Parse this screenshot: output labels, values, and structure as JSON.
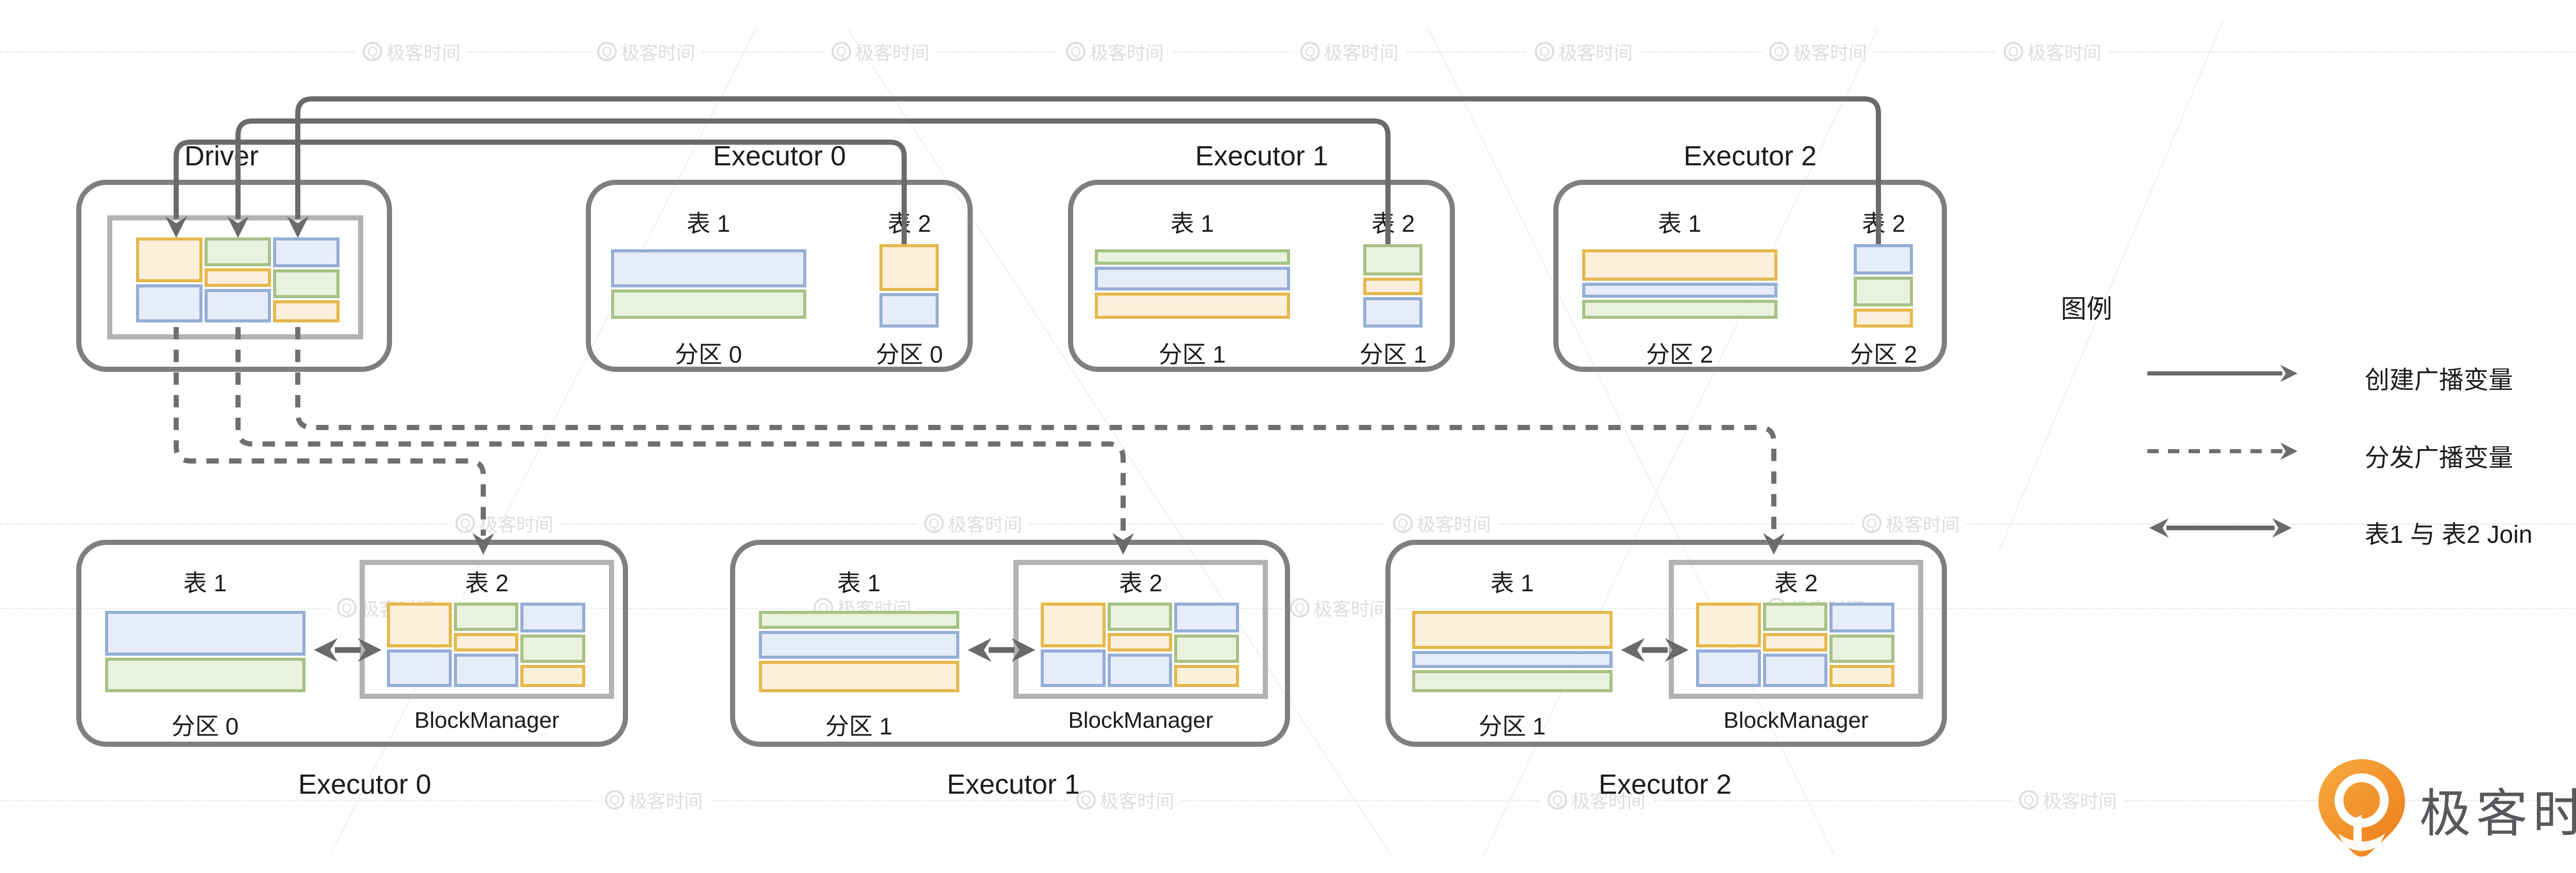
{
  "driver": {
    "title": "Driver"
  },
  "top_executors": [
    {
      "title": "Executor 0",
      "table1_label": "表 1",
      "table2_label": "表 2",
      "table1_partition": "分区 0",
      "table2_partition": "分区 0",
      "table1_bands": [
        [
          "blue",
          58
        ],
        [
          "green",
          42
        ]
      ],
      "table2_bands": [
        [
          "orange",
          58
        ],
        [
          "blue",
          40
        ]
      ]
    },
    {
      "title": "Executor 1",
      "table1_label": "表 1",
      "table2_label": "表 2",
      "table1_partition": "分区 1",
      "table2_partition": "分区 1",
      "table1_bands": [
        [
          "green",
          20
        ],
        [
          "blue",
          37
        ],
        [
          "orange",
          43
        ]
      ],
      "table2_bands": [
        [
          "green",
          40
        ],
        [
          "orange",
          18
        ],
        [
          "blue",
          38
        ]
      ]
    },
    {
      "title": "Executor 2",
      "table1_label": "表 1",
      "table2_label": "表 2",
      "table1_partition": "分区 2",
      "table2_partition": "分区 2",
      "table1_bands": [
        [
          "orange",
          54
        ],
        [
          "blue",
          19
        ],
        [
          "green",
          27
        ]
      ],
      "table2_bands": [
        [
          "blue",
          38
        ],
        [
          "green",
          37
        ],
        [
          "orange",
          20
        ]
      ]
    }
  ],
  "bottom_executors": [
    {
      "title": "Executor 0",
      "table1_label": "表 1",
      "table2_label": "表 2",
      "partition": "分区 0",
      "block_manager_label": "BlockManager",
      "table1_bands": [
        [
          "blue",
          58
        ],
        [
          "green",
          42
        ]
      ]
    },
    {
      "title": "Executor 1",
      "table1_label": "表 1",
      "table2_label": "表 2",
      "partition": "分区 1",
      "block_manager_label": "BlockManager",
      "table1_bands": [
        [
          "green",
          20
        ],
        [
          "blue",
          37
        ],
        [
          "orange",
          43
        ]
      ]
    },
    {
      "title": "Executor 2",
      "table1_label": "表 1",
      "table2_label": "表 2",
      "partition": "分区 1",
      "block_manager_label": "BlockManager",
      "table1_bands": [
        [
          "orange",
          54
        ],
        [
          "blue",
          19
        ],
        [
          "green",
          27
        ]
      ]
    }
  ],
  "mosaic_columns": [
    [
      [
        "orange",
        55
      ],
      [
        "blue",
        45
      ]
    ],
    [
      [
        "green",
        36
      ],
      [
        "orange",
        20
      ],
      [
        "blue",
        44
      ]
    ],
    [
      [
        "blue",
        38
      ],
      [
        "green",
        36
      ],
      [
        "orange",
        26
      ]
    ]
  ],
  "legend": {
    "title": "图例",
    "items": [
      {
        "style": "solid",
        "label": "创建广播变量"
      },
      {
        "style": "dashed",
        "label": "分发广播变量"
      },
      {
        "style": "double",
        "label": "表1 与 表2 Join"
      }
    ]
  },
  "logo": {
    "text": "极客时间"
  },
  "watermark": {
    "text": "极客时间"
  },
  "colors": {
    "orange_border": "#E6B84C",
    "orange_fill": "#FCF0DC",
    "green_border": "#A6C285",
    "green_fill": "#EAF1DF",
    "blue_border": "#95AED6",
    "blue_fill": "#E7EDF8",
    "connector": "#6a6a6a",
    "connector_light": "#7a7a7a",
    "box_border": "#7f7f7f",
    "inner_box_border": "#b3b3b3",
    "watermark_text": "#dedede",
    "watermark_line": "#e6e6e6",
    "logo_orange": "#F08A24",
    "logo_orange2": "#F6AC3F",
    "logo_text": "#56585B"
  }
}
